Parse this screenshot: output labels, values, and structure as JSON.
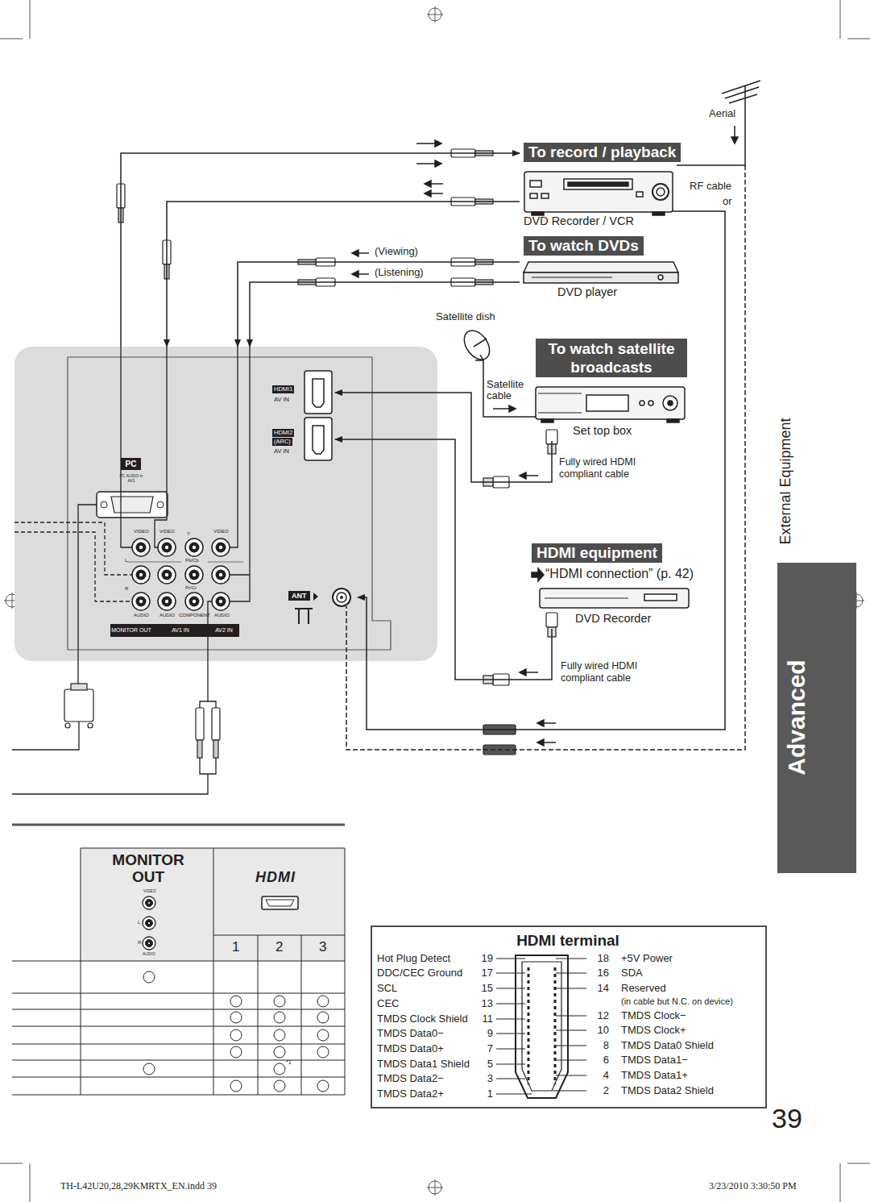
{
  "diagram": {
    "nodes": [
      {
        "text": [
          "To record / playback",
          "DVD Recorder / VCR"
        ]
      },
      {
        "text": [
          "To watch DVDs",
          "DVD player"
        ]
      },
      {
        "text": [
          "To watch satellite broadcasts",
          "Set top box"
        ]
      },
      {
        "text": [
          "HDMI equipment",
          "“HDMI connection” (p. 42)",
          "DVD Recorder"
        ]
      },
      {
        "text": [
          "MONITOR OUT",
          "AV1 IN",
          "AV2 IN"
        ]
      },
      {
        "text": [
          "HDMI1",
          "AV IN"
        ],
        "in": 4
      },
      {
        "text": [
          "HDMI2",
          "(ARC)",
          "AV IN"
        ],
        "in": 4
      },
      {
        "text": [
          "ANT"
        ],
        "in": 4
      },
      {
        "text": [
          "HDMI terminal"
        ]
      },
      {
        "text": [
          "Advanced"
        ]
      }
    ],
    "edges": [
      {
        "from": 4,
        "to": 0,
        "arrow": "to"
      },
      {
        "from": 0,
        "to": 4,
        "arrow": "to"
      },
      {
        "from": 1,
        "to": 4,
        "label": "(Viewing)",
        "arrow": "to"
      },
      {
        "from": 1,
        "to": 4,
        "label": "(Listening)",
        "arrow": "to"
      },
      {
        "from": 2,
        "to": 5,
        "label": "Fully wired HDMI compliant cable",
        "arrow": "to"
      },
      {
        "from": 3,
        "to": 6,
        "label": "Fully wired HDMI compliant cable",
        "arrow": "to"
      },
      {
        "from": 0,
        "to": 7,
        "arrow": "to"
      }
    ],
    "labels": [
      "Aerial",
      "RF cable",
      "or",
      "Satellite dish",
      "Satellite cable",
      "External Equipment",
      "PC",
      "PC AUDIO in AV1",
      "VIDEO",
      "VIDEO",
      "Y",
      "VIDEO",
      "Pb/Cb",
      "Pr/Cr",
      "L",
      "R",
      "AUDIO",
      "AUDIO",
      "COMPONENT",
      "AUDIO",
      "MONITOR OUT",
      "HDMI",
      "VIDEO",
      "L",
      "R",
      "AUDIO",
      "1",
      "2",
      "3",
      "*1",
      "39",
      "TH-L42U20,28,29KMRTX_EN.indd 39",
      "3/23/2010 3:30:50 PM",
      "Hot Plug Detect",
      "19",
      "DDC/CEC Ground",
      "17",
      "SCL",
      "15",
      "CEC",
      "13",
      "TMDS Clock Shield",
      "11",
      "TMDS Data0−",
      "9",
      "TMDS Data0+",
      "7",
      "TMDS Data1 Shield",
      "5",
      "TMDS Data2−",
      "3",
      "TMDS Data2+",
      "1",
      "18",
      "+5V Power",
      "16",
      "SDA",
      "14",
      "Reserved",
      "(in cable but N.C. on device)",
      "12",
      "TMDS Clock−",
      "10",
      "TMDS Clock+",
      "8",
      "TMDS Data0 Shield",
      "6",
      "TMDS Data1−",
      "4",
      "TMDS Data1+",
      "2",
      "TMDS Data2 Shield"
    ]
  }
}
